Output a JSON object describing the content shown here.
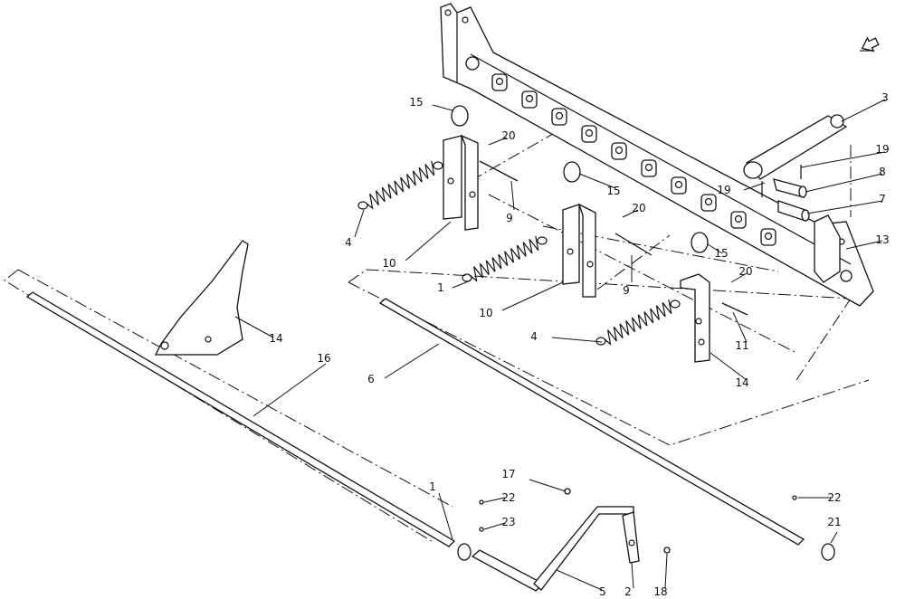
{
  "diagram": {
    "type": "exploded parts diagram",
    "callouts": [
      "15",
      "20",
      "4",
      "10",
      "9",
      "15",
      "20",
      "1",
      "10",
      "9",
      "15",
      "20",
      "4",
      "11",
      "14",
      "3",
      "19",
      "8",
      "19",
      "7",
      "13",
      "14",
      "16",
      "6",
      "1",
      "17",
      "22",
      "23",
      "22",
      "21",
      "5",
      "2",
      "18"
    ],
    "icons": {
      "orientation_arrow": "arrow-icon"
    }
  }
}
